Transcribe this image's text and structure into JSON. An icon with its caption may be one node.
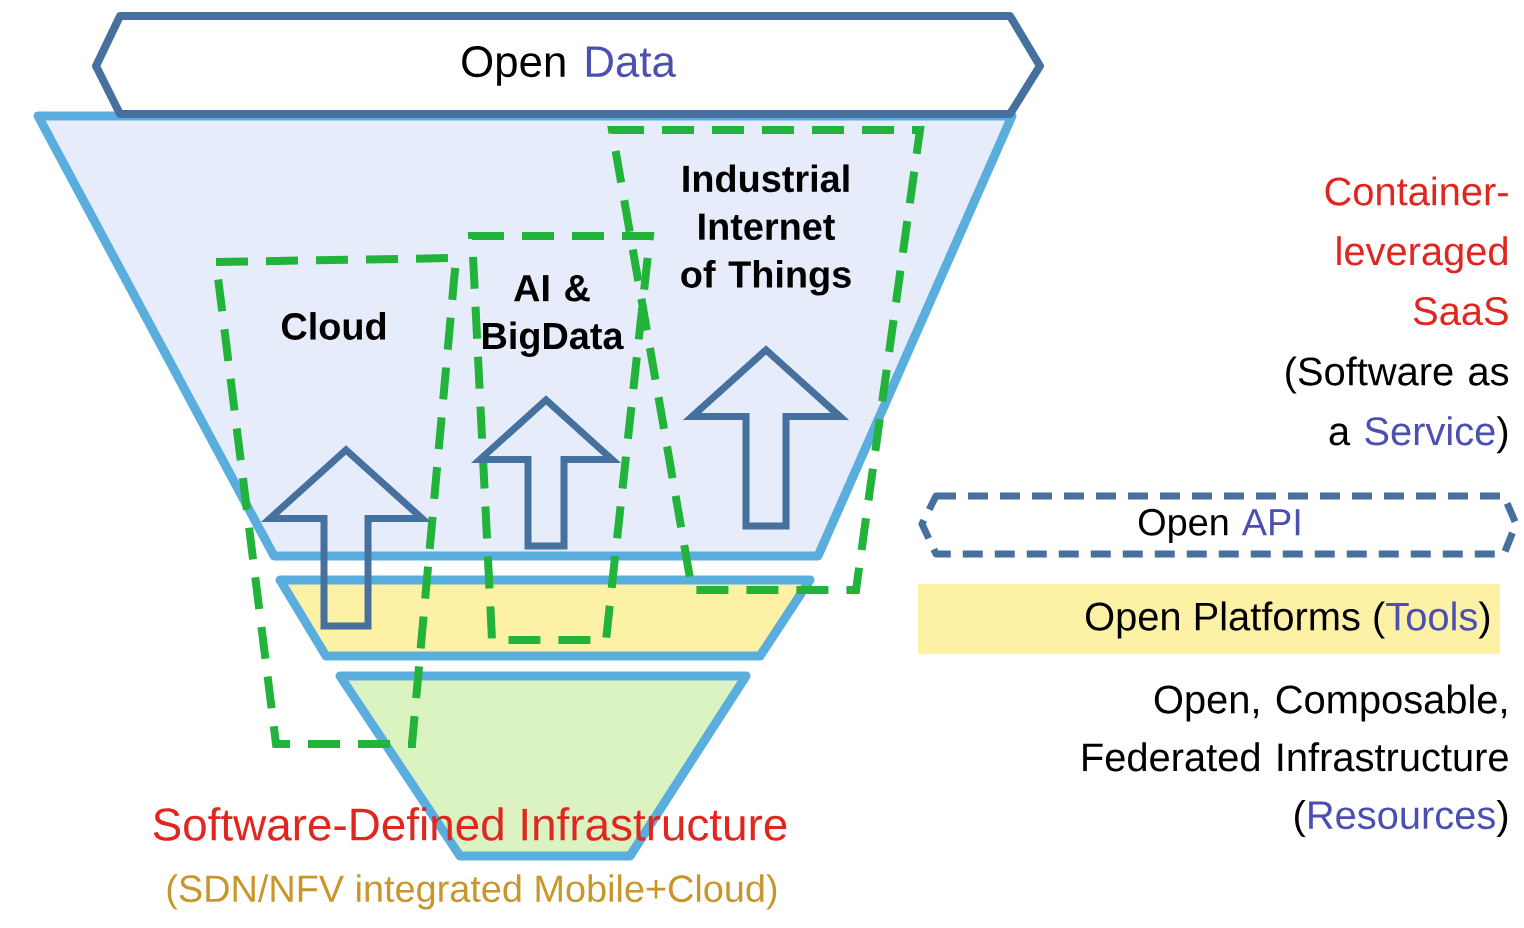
{
  "diagram": {
    "nodes": [
      {
        "text": [
          "Open",
          "Data"
        ]
      },
      {
        "text": [],
        "shape": "trapezoid"
      },
      {
        "text": [
          "Cloud"
        ]
      },
      {
        "text": [
          "AI & BigData"
        ]
      },
      {
        "text": [
          "Industrial Internet of Things"
        ]
      },
      {
        "text": [],
        "shape": "trapezoid"
      },
      {
        "text": [],
        "shape": "trapezoid"
      },
      {
        "text": [
          "Open",
          "API"
        ]
      },
      {
        "text": [
          "Open Platforms (",
          "Tools",
          ")"
        ]
      }
    ],
    "edges": [
      {
        "from": 5,
        "to": 2,
        "arrow": "to"
      }
    ],
    "labels": [
      "Container- leveraged SaaS",
      "(Software as a",
      "Service",
      ")",
      "Open, Composable, Federated Infrastructure (",
      "Resources",
      ")",
      "Software-Defined Infrastructure",
      "(SDN/NFV integrated Mobile+Cloud)"
    ]
  }
}
